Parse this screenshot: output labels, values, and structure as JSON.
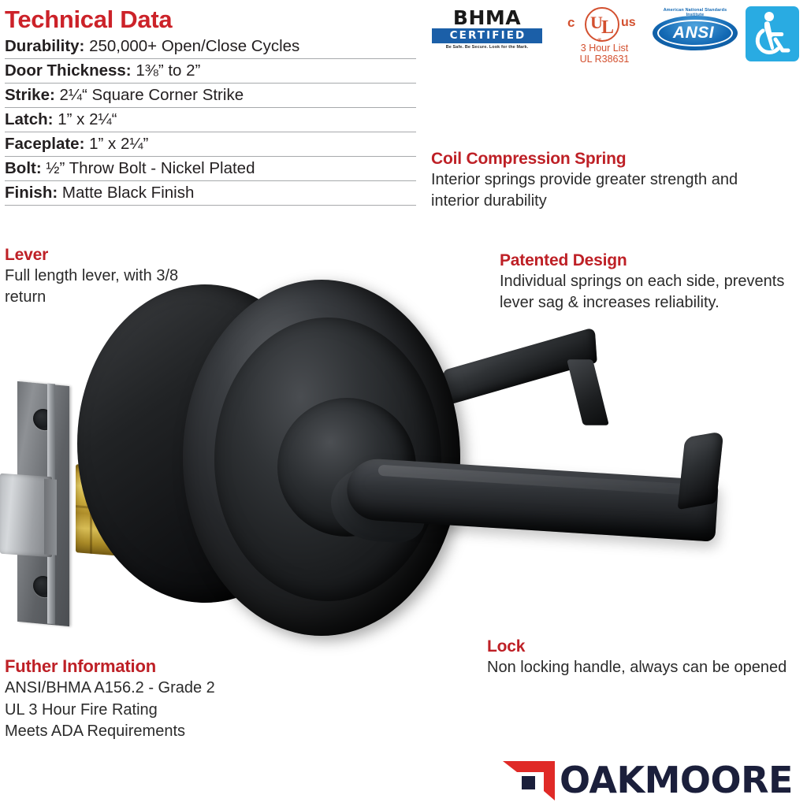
{
  "tech": {
    "title": "Technical Data",
    "rows": [
      {
        "label": "Durability:",
        "value": "250,000+ Open/Close Cycles"
      },
      {
        "label": "Door Thickness:",
        "value": "1⅜” to 2”"
      },
      {
        "label": "Strike:",
        "value": "2¼“ Square Corner Strike"
      },
      {
        "label": "Latch:",
        "value": "1” x 2¼“"
      },
      {
        "label": "Faceplate:",
        "value": "1” x 2¼”"
      },
      {
        "label": "Bolt:",
        "value": "½” Throw Bolt - Nickel Plated"
      },
      {
        "label": "Finish:",
        "value": "Matte Black Finish"
      }
    ]
  },
  "certifications": {
    "bhma": {
      "name": "BHMA",
      "status": "CERTIFIED",
      "tagline": "Be Safe. Be Secure. Look for the Mark."
    },
    "ul": {
      "prefix": "c",
      "mark": "UL",
      "suffix": "us",
      "line1": "3 Hour List",
      "line2": "UL R38631"
    },
    "ansi": {
      "name": "ANSI",
      "arc_text": "American National Standards Institute"
    },
    "ada": {
      "name": "accessibility-wheelchair"
    }
  },
  "callouts": {
    "coil": {
      "heading": "Coil Compression Spring",
      "body": "Interior springs provide greater strength and interior durability"
    },
    "patented": {
      "heading": "Patented Design",
      "body": "Individual springs on each side, prevents lever sag & increases reliability."
    },
    "lever": {
      "heading": "Lever",
      "body": "Full length lever, with 3/8 return"
    },
    "lock": {
      "heading": "Lock",
      "body": "Non locking handle, always can be opened"
    },
    "further": {
      "heading": "Futher Information",
      "line1": "ANSI/BHMA A156.2 - Grade 2",
      "line2": "UL 3 Hour Fire Rating",
      "line3": "Meets ADA Requirements"
    }
  },
  "product": {
    "name": "matte-black-lever-door-handle",
    "parts": [
      "faceplate",
      "latch-bolt",
      "brass-mechanism",
      "black-rose",
      "front-lever",
      "rear-lever"
    ]
  },
  "logo": {
    "wordmark": "OAKMOORE",
    "mark_name": "oakmoore-corner-mark"
  },
  "colors": {
    "heading_red": "#BE2026",
    "title_red": "#CC2229",
    "body_text": "#2b2b2b",
    "rule": "#a7a9ac",
    "bhma_blue": "#1b5fa8",
    "ul_orange": "#d3502f",
    "ansi_blue": "#1268b3",
    "ada_blue": "#29ABE2",
    "logo_navy": "#1b1f3b",
    "logo_red": "#E02A27",
    "brass": "#c9a63a",
    "matte_black": "#26282b"
  }
}
